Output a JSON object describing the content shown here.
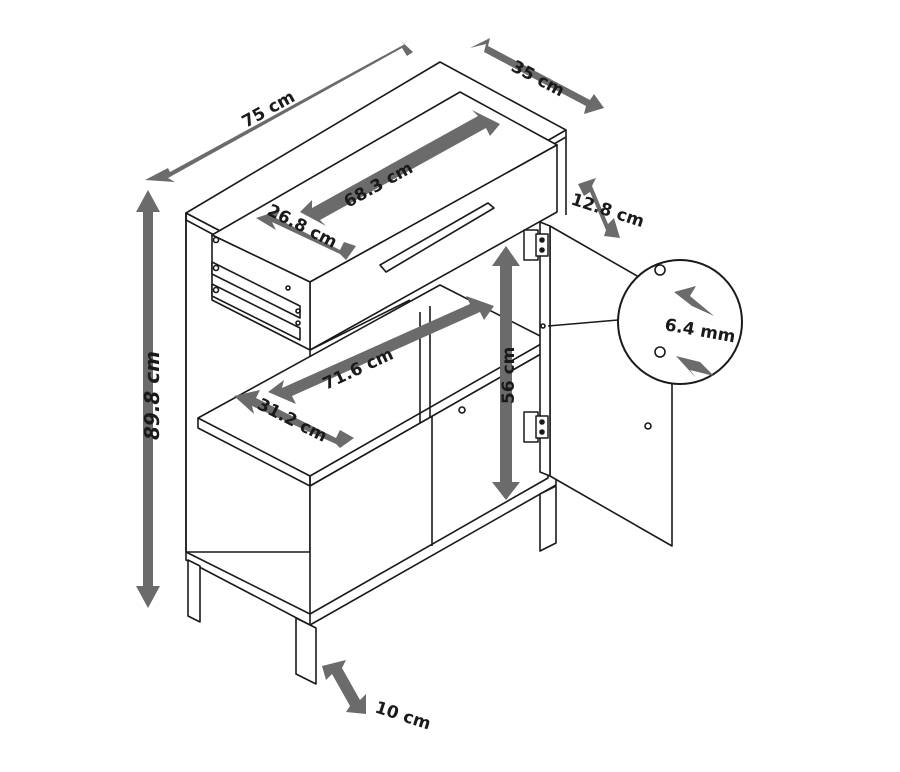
{
  "dimensions": {
    "width_total": "75 cm",
    "depth_total": "35 cm",
    "height_total": "89.8 cm",
    "drawer_width": "68.3 cm",
    "drawer_depth": "26.8 cm",
    "drawer_height": "12.8 cm",
    "shelf_width": "71.6 cm",
    "shelf_depth": "31.2 cm",
    "interior_height": "56 cm",
    "leg_height": "10 cm",
    "hole_spacing": "6.4 mm"
  },
  "colors": {
    "line": "#1a1a1a",
    "arrow": "#6b6b6b",
    "background": "#ffffff"
  }
}
